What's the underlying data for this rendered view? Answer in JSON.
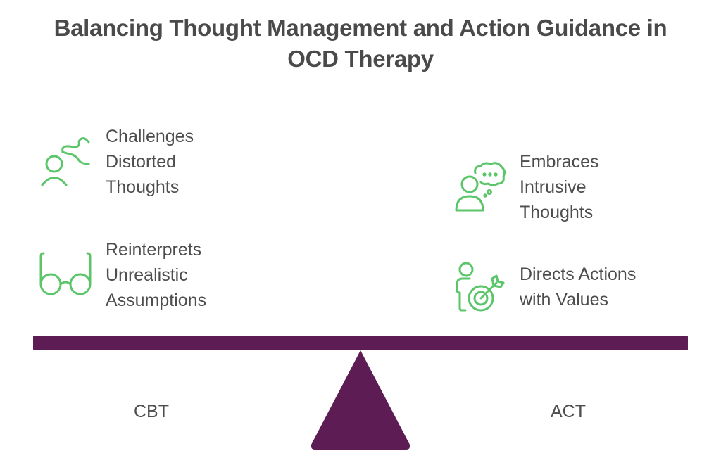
{
  "title": {
    "line1": "Balancing Thought Management and Action Guidance in",
    "line2": "OCD Therapy"
  },
  "colors": {
    "icon": "#5bc56a",
    "beam": "#5e1c55",
    "text": "#4d4d4d",
    "title": "#4a4a4a"
  },
  "left": {
    "label": "CBT",
    "items": [
      {
        "icon": "person-winding-path-icon",
        "lines": [
          "Challenges",
          "Distorted",
          "Thoughts"
        ]
      },
      {
        "icon": "glasses-icon",
        "lines": [
          "Reinterprets",
          "Unrealistic",
          "Assumptions"
        ]
      }
    ]
  },
  "right": {
    "label": "ACT",
    "items": [
      {
        "icon": "person-thought-bubble-icon",
        "lines": [
          "Embraces",
          "Intrusive",
          "Thoughts"
        ]
      },
      {
        "icon": "person-target-arrow-icon",
        "lines": [
          "Directs Actions",
          "with Values"
        ]
      }
    ]
  }
}
